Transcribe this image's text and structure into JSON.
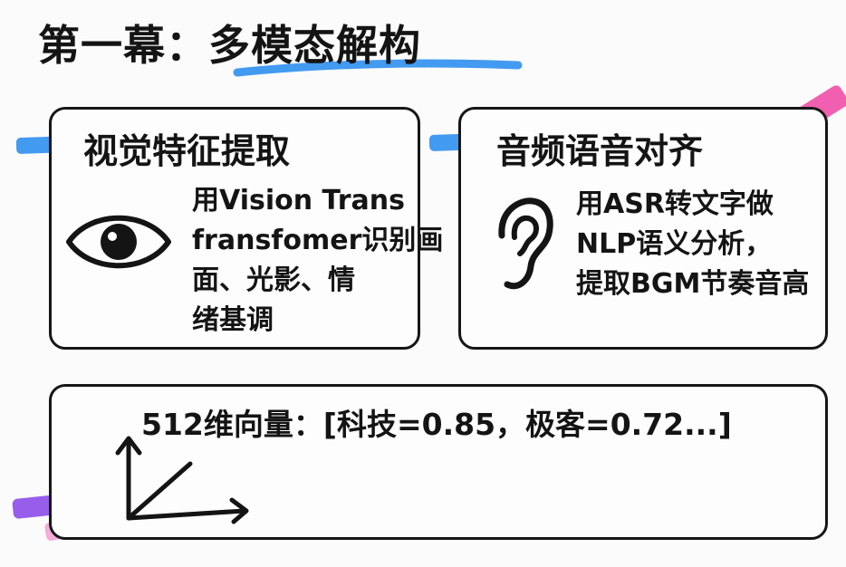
{
  "title": "第一幕：多模态解构",
  "visual_card": {
    "title": "视觉特征提取",
    "lines": [
      "用Vision Trans",
      "fransfomer识别画",
      "面、光影、情",
      "绪基调"
    ],
    "icon": "eye-icon"
  },
  "audio_card": {
    "title": "音频语音对齐",
    "lines": [
      "用ASR转文字做",
      "NLP语义分析，",
      "提取BGM节奏音高"
    ],
    "icon": "ear-icon"
  },
  "vector_card": {
    "text": "512维向量：[科技=0.85，极客=0.72...]",
    "icon": "axes-icon"
  },
  "colors": {
    "highlight_blue": "#2f8ff0",
    "highlight_pink": "#ef4fa7",
    "highlight_purple": "#8b4de8",
    "ink": "#141414"
  }
}
